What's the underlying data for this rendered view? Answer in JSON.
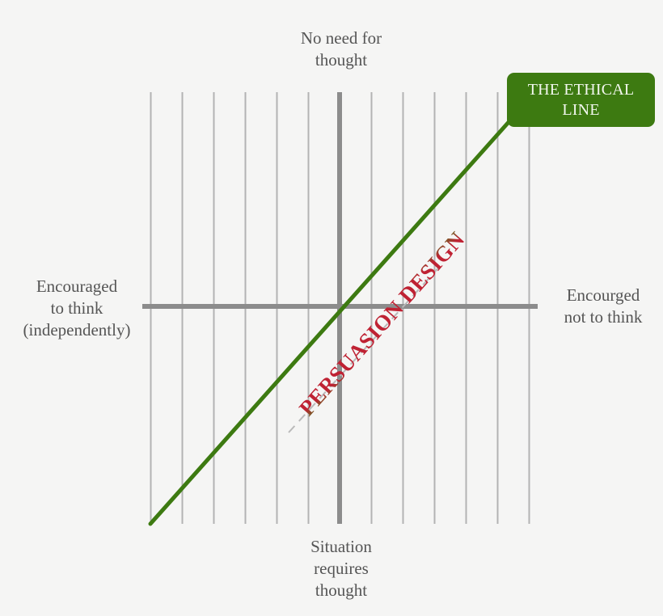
{
  "diagram": {
    "title": "The Ethical Line diagram",
    "background_color": "#f5f5f4",
    "axis_color": "#8c8c8c",
    "grid_color": "#b3b3b3",
    "line_color": "#3d7a11",
    "accent_color": "#bf2233",
    "text_color": "#555555"
  },
  "axes": {
    "top_label": "No need for\nthought",
    "bottom_label": "Situation\nrequires\nthought",
    "left_label": "Encouraged\nto think\n(independently)",
    "right_label": "Encourged\nnot to think"
  },
  "badge": {
    "label": "THE ETHICAL\nLINE"
  },
  "diagonal": {
    "label": "PERSUASION DESIGN",
    "gradient_stops": [
      "#4a7d1a",
      "#bf2233",
      "#bf2233",
      "#4a7d1a"
    ]
  },
  "chart_data": {
    "type": "scatter",
    "title": "The Ethical Line",
    "xlabel": "Encouraged to think (independently) ↔ Encourged not to think",
    "ylabel": "Situation requires thought ↔ No need for thought",
    "grid": true,
    "legend": "none",
    "xlim": [
      -6,
      6
    ],
    "ylim": [
      -6,
      6
    ],
    "grid_vertical_count": 13,
    "series": [
      {
        "name": "THE ETHICAL LINE",
        "type": "line",
        "color": "#3d7a11",
        "style": "solid",
        "x": [
          -6,
          6
        ],
        "y": [
          -6,
          6
        ]
      },
      {
        "name": "PERSUASION DESIGN",
        "type": "line",
        "color": "#aaaaaa",
        "style": "dashed",
        "x": [
          -1.6,
          3.3
        ],
        "y": [
          -4.0,
          1.4
        ]
      }
    ]
  }
}
